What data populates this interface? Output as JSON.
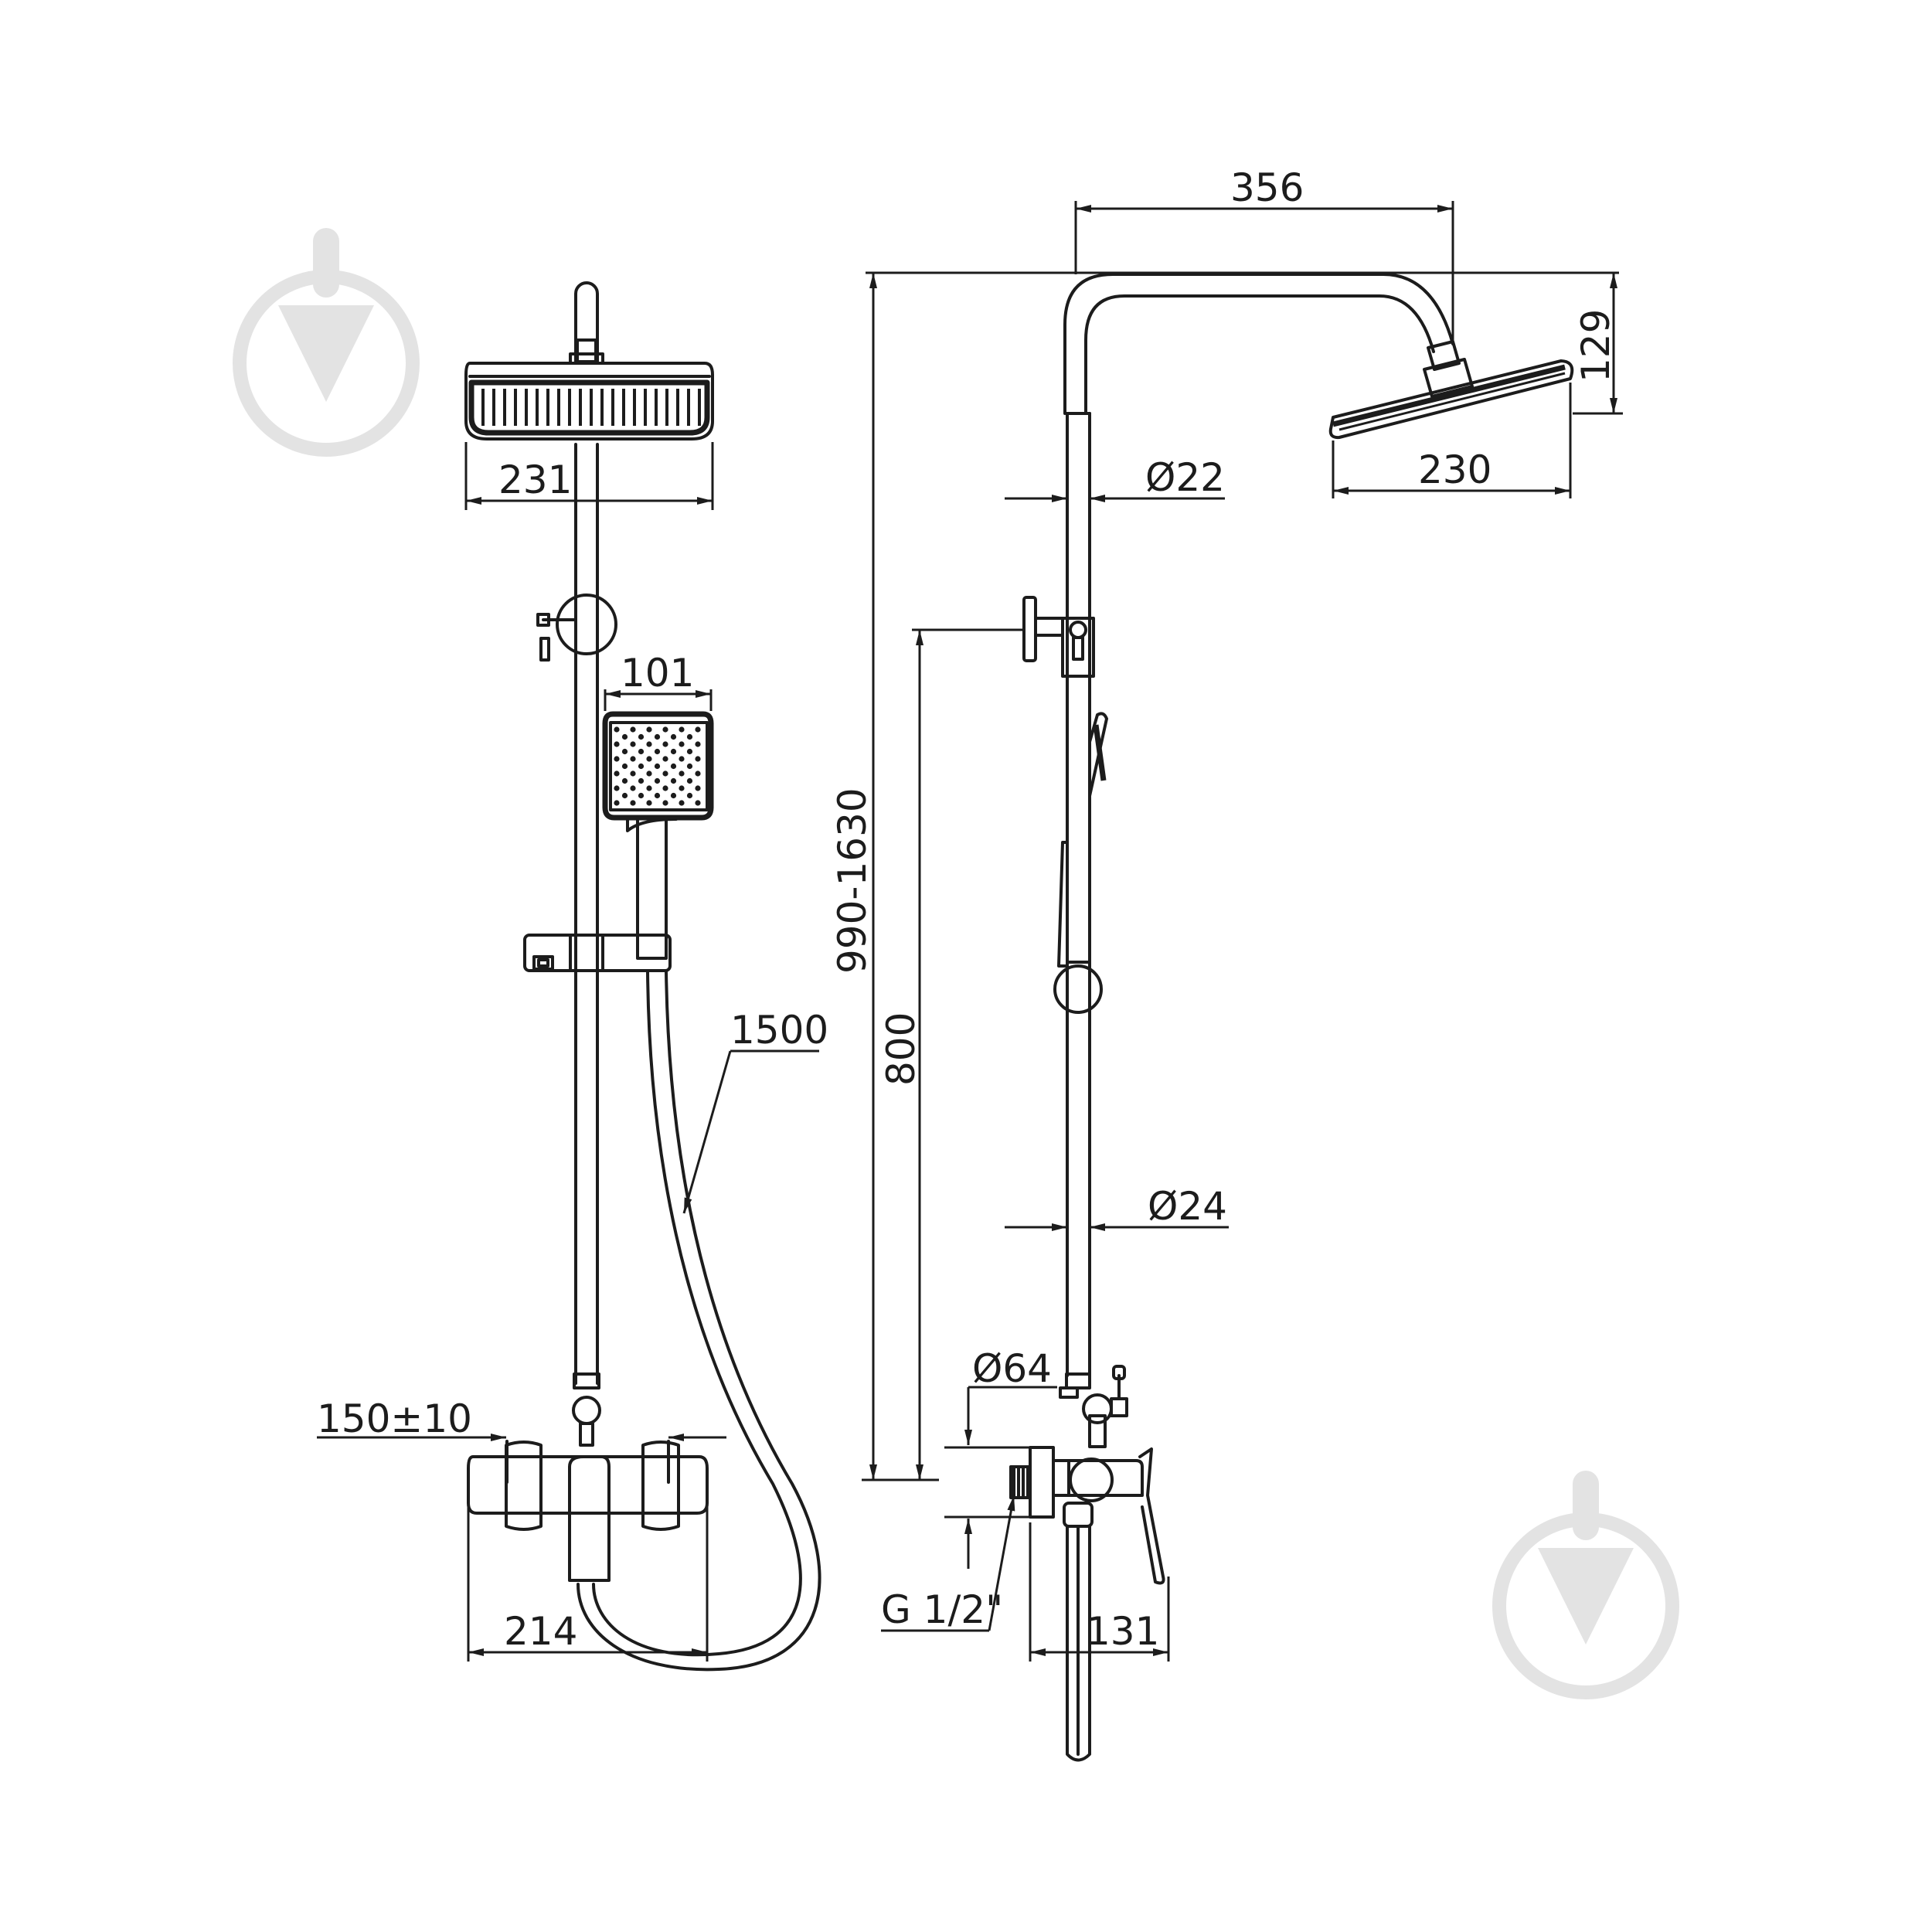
{
  "colors": {
    "line": "#1c1c1c",
    "watermark": "#e3e3e3",
    "background": "#ffffff"
  },
  "front_view": {
    "overhead_width": "231",
    "hand_shower_width": "101",
    "hose_length": "1500",
    "inlet_spacing": "150±10",
    "mixer_width": "214"
  },
  "side_view": {
    "arm_reach": "356",
    "total_height": "990-1630",
    "head_depth": "230",
    "head_height": "129",
    "upper_pipe_diameter": "Ø22",
    "lower_pipe_diameter": "Ø24",
    "slider_travel": "800",
    "escutcheon_diameter": "Ø64",
    "thread": "G 1/2\"",
    "mixer_projection": "131"
  },
  "icons": [
    "watermark-logo-icon",
    "watermark-logo-icon"
  ]
}
